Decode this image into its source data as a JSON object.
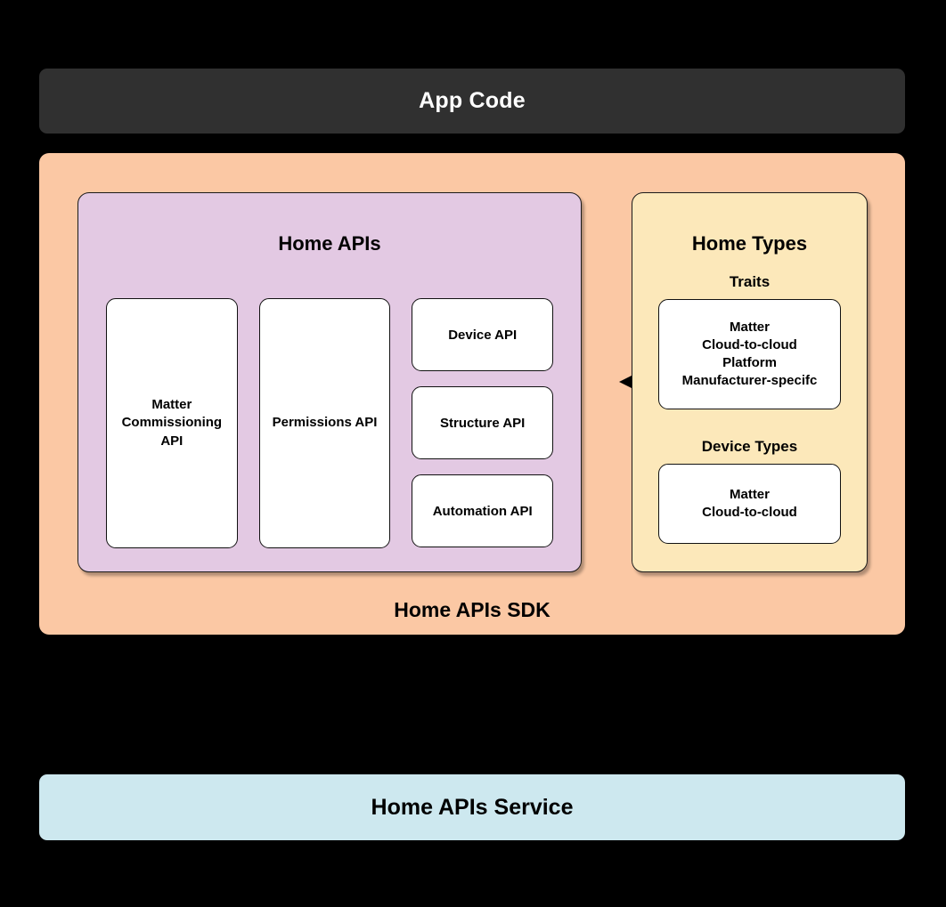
{
  "colors": {
    "background": "#000000",
    "app_code_bar": "#303030",
    "sdk_container": "#FBC8A4",
    "home_apis_panel": "#E3C9E3",
    "home_types_panel": "#FCE8BA",
    "service_bar": "#CDE8EF",
    "box_fill": "#FFFFFF",
    "stroke": "#111111"
  },
  "app_code": {
    "label": "App Code"
  },
  "sdk": {
    "label": "Home APIs SDK",
    "home_apis": {
      "title": "Home APIs",
      "tall_boxes": [
        {
          "label": "Matter Commissioning API"
        },
        {
          "label": "Permissions API"
        }
      ],
      "stacked_boxes": [
        {
          "label": "Device API"
        },
        {
          "label": "Structure API"
        },
        {
          "label": "Automation API"
        }
      ]
    },
    "connector": {
      "icon": "double-headed-arrow"
    },
    "home_types": {
      "title": "Home Types",
      "sections": [
        {
          "heading": "Traits",
          "items": [
            "Matter",
            "Cloud-to-cloud",
            "Platform",
            "Manufacturer-specifc"
          ]
        },
        {
          "heading": "Device Types",
          "items": [
            "Matter",
            "Cloud-to-cloud"
          ]
        }
      ]
    }
  },
  "service": {
    "label": "Home APIs Service"
  }
}
